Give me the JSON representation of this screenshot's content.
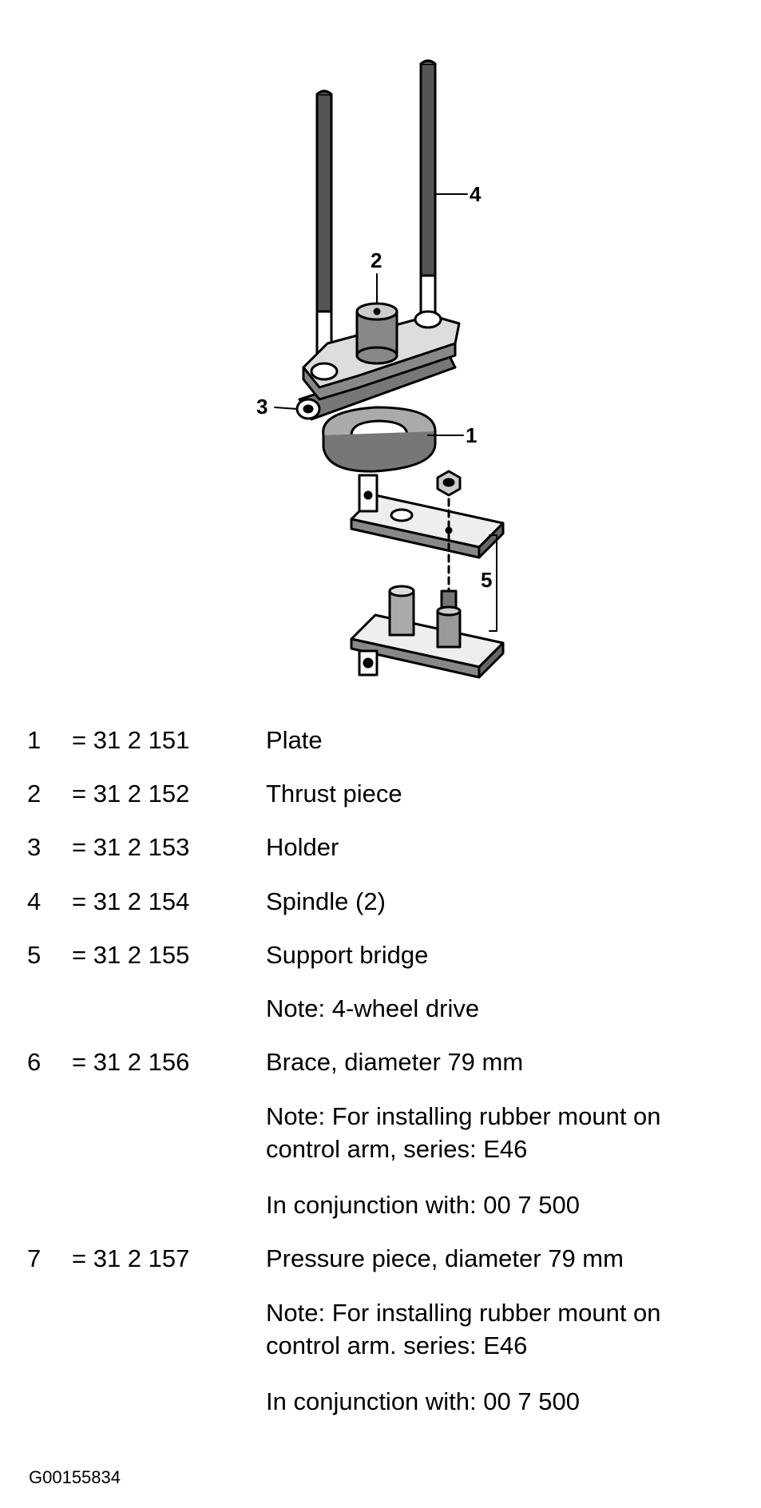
{
  "callouts": [
    "1",
    "2",
    "3",
    "4",
    "5"
  ],
  "parts": [
    {
      "num": "1",
      "code": "= 31 2 151",
      "desc": "Plate"
    },
    {
      "num": "2",
      "code": "= 31 2 152",
      "desc": "Thrust piece"
    },
    {
      "num": "3",
      "code": "= 31 2 153",
      "desc": "Holder"
    },
    {
      "num": "4",
      "code": "= 31 2 154",
      "desc": "Spindle (2)"
    },
    {
      "num": "5",
      "code": "= 31 2 155",
      "desc": "Support bridge"
    },
    {
      "num": "",
      "code": "",
      "desc": "Note: 4-wheel drive"
    },
    {
      "num": "6",
      "code": "= 31 2 156",
      "desc": "Brace, diameter 79 mm"
    },
    {
      "num": "",
      "code": "",
      "desc": "Note: For installing rubber mount on"
    },
    {
      "num": "",
      "code": "",
      "desc": "control arm, series: E46"
    },
    {
      "num": "",
      "code": "",
      "desc": "In conjunction with: 00 7 500"
    },
    {
      "num": "7",
      "code": "= 31 2 157",
      "desc": "Pressure piece, diameter 79 mm"
    },
    {
      "num": "",
      "code": "",
      "desc": "Note: For installing rubber mount on"
    },
    {
      "num": "",
      "code": "",
      "desc": "control arm. series: E46"
    },
    {
      "num": "",
      "code": "",
      "desc": "In conjunction with: 00 7 500"
    }
  ],
  "diagram_id": "G00155834"
}
